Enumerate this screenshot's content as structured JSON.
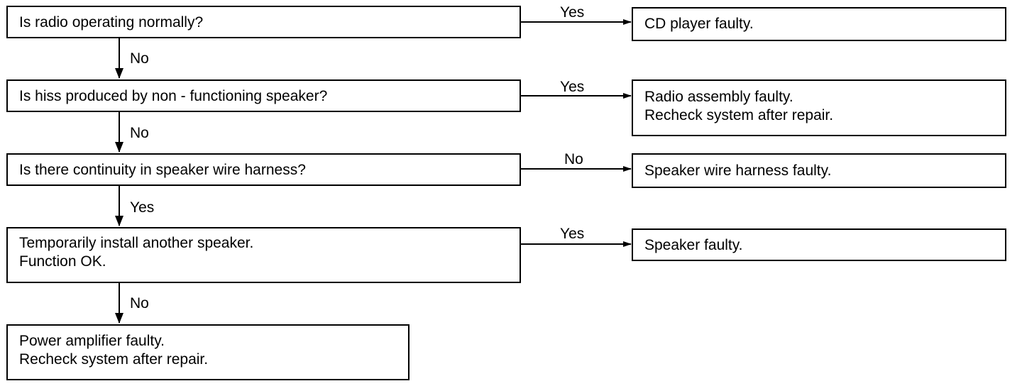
{
  "questions": [
    {
      "lines": [
        "Is radio operating normally?"
      ]
    },
    {
      "lines": [
        "Is hiss produced by non - functioning speaker?"
      ]
    },
    {
      "lines": [
        "Is there continuity in speaker wire harness?"
      ]
    },
    {
      "lines": [
        "Temporarily install another speaker.",
        "Function OK."
      ]
    }
  ],
  "outcomes": [
    {
      "lines": [
        "CD player faulty."
      ]
    },
    {
      "lines": [
        "Radio assembly faulty.",
        "Recheck system after repair."
      ]
    },
    {
      "lines": [
        "Speaker wire harness faulty."
      ]
    },
    {
      "lines": [
        "Speaker faulty."
      ]
    },
    {
      "lines": [
        "Power amplifier faulty.",
        "Recheck system after repair."
      ]
    }
  ],
  "right_labels": [
    "Yes",
    "Yes",
    "No",
    "Yes"
  ],
  "down_labels": [
    "No",
    "No",
    "Yes",
    "No"
  ]
}
